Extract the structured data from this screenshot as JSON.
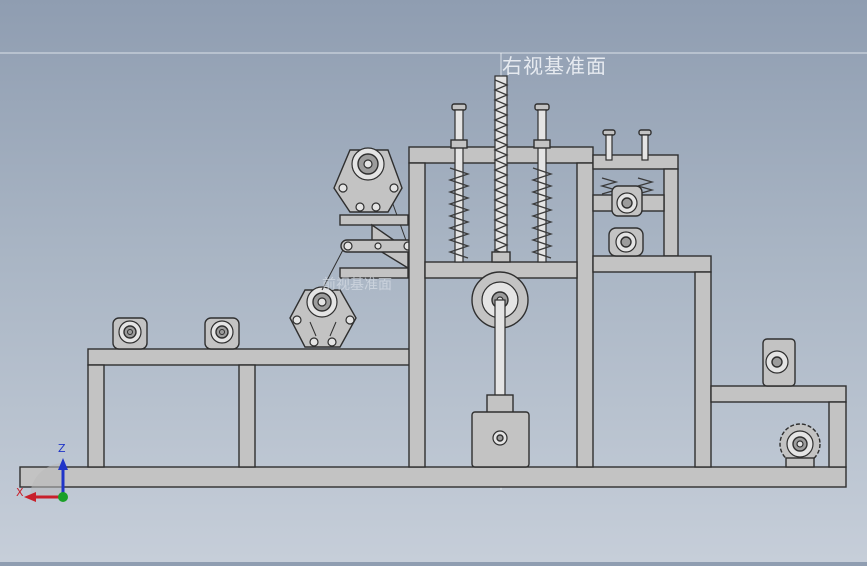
{
  "viewport": {
    "planes": {
      "right_plane_label": "右视基准面",
      "front_plane_label": "前视基准面"
    },
    "triad": {
      "z_label": "Z",
      "x_label": "X",
      "z_color": "#2035c8",
      "x_color": "#c8202a",
      "y_color": "#1aa028"
    }
  },
  "colors": {
    "background_top": "#8f9db1",
    "background_bottom": "#c6ced9",
    "part_fill": "#c3c3c3",
    "edge": "#2f2f2f"
  }
}
